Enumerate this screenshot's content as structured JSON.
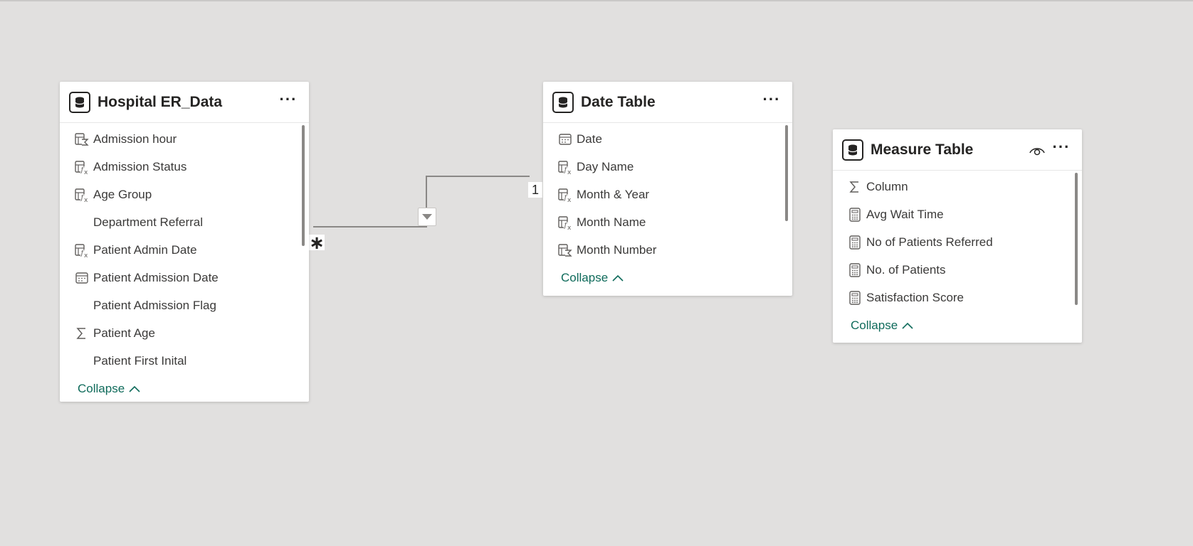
{
  "tables": [
    {
      "title": "Hospital ER_Data",
      "fields": [
        {
          "label": "Admission hour",
          "icon": "calculated-column-sum-icon"
        },
        {
          "label": "Admission Status",
          "icon": "calculated-column-icon"
        },
        {
          "label": "Age Group",
          "icon": "calculated-column-icon"
        },
        {
          "label": "Department Referral",
          "icon": ""
        },
        {
          "label": "Patient Admin Date",
          "icon": "calculated-column-icon"
        },
        {
          "label": "Patient Admission Date",
          "icon": "calendar-icon"
        },
        {
          "label": "Patient Admission Flag",
          "icon": ""
        },
        {
          "label": "Patient Age",
          "icon": "sigma-icon"
        },
        {
          "label": "Patient First Inital",
          "icon": ""
        }
      ],
      "collapse_label": "Collapse"
    },
    {
      "title": "Date Table",
      "fields": [
        {
          "label": "Date",
          "icon": "calendar-icon"
        },
        {
          "label": "Day Name",
          "icon": "calculated-column-icon"
        },
        {
          "label": "Month & Year",
          "icon": "calculated-column-icon"
        },
        {
          "label": "Month Name",
          "icon": "calculated-column-icon"
        },
        {
          "label": "Month Number",
          "icon": "calculated-column-sum-icon"
        }
      ],
      "collapse_label": "Collapse"
    },
    {
      "title": "Measure Table",
      "fields": [
        {
          "label": "Column",
          "icon": "sigma-icon"
        },
        {
          "label": "Avg Wait Time",
          "icon": "calculator-icon"
        },
        {
          "label": "No of Patients Referred",
          "icon": "calculator-icon"
        },
        {
          "label": "No. of Patients",
          "icon": "calculator-icon"
        },
        {
          "label": "Satisfaction Score",
          "icon": "calculator-icon"
        }
      ],
      "collapse_label": "Collapse"
    }
  ],
  "relationship": {
    "many_marker": "∗",
    "one_marker": "1"
  }
}
